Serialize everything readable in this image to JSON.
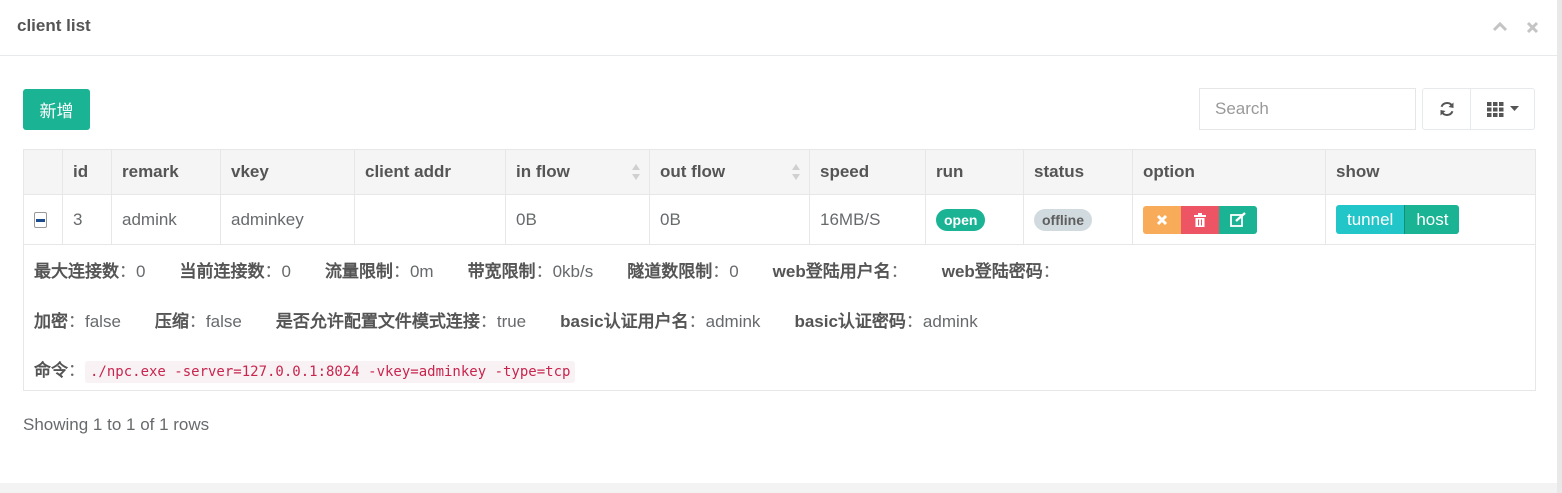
{
  "panel": {
    "title": "client list",
    "tools": [
      {
        "name": "collapse-icon"
      },
      {
        "name": "close-icon"
      }
    ]
  },
  "toolbar": {
    "add_label": "新增",
    "search_placeholder": "Search",
    "refresh_icon": "refresh-icon",
    "columns_icon": "columns-grid-icon"
  },
  "table": {
    "headers": {
      "id": "id",
      "remark": "remark",
      "vkey": "vkey",
      "client_addr": "client addr",
      "in_flow": "in flow",
      "out_flow": "out flow",
      "speed": "speed",
      "run": "run",
      "status": "status",
      "option": "option",
      "show": "show"
    },
    "rows": [
      {
        "id": "3",
        "remark": "admink",
        "vkey": "adminkey",
        "client_addr": "",
        "in_flow": "0B",
        "out_flow": "0B",
        "speed": "16MB/S",
        "run": "open",
        "status": "offline",
        "show_tunnel": "tunnel",
        "show_host": "host"
      }
    ]
  },
  "detail": {
    "max_conn_label": "最大连接数",
    "max_conn_value": "0",
    "cur_conn_label": "当前连接数",
    "cur_conn_value": "0",
    "flow_limit_label": "流量限制",
    "flow_limit_value": "0m",
    "rate_limit_label": "带宽限制",
    "rate_limit_value": "0kb/s",
    "tunnel_limit_label": "隧道数限制",
    "tunnel_limit_value": "0",
    "web_user_label": "web登陆用户名",
    "web_user_value": "",
    "web_pass_label": "web登陆密码",
    "web_pass_value": "",
    "crypt_label": "加密",
    "crypt_value": "false",
    "compress_label": "压缩",
    "compress_value": "false",
    "config_conn_label": "是否允许配置文件模式连接",
    "config_conn_value": "true",
    "basic_user_label": "basic认证用户名",
    "basic_user_value": "admink",
    "basic_pass_label": "basic认证密码",
    "basic_pass_value": "admink",
    "command_label": "命令",
    "command_value": "./npc.exe -server=127.0.0.1:8024 -vkey=adminkey -type=tcp"
  },
  "pagination": {
    "info": "Showing 1 to 1 of 1 rows"
  },
  "colors": {
    "primary": "#1ab394",
    "warning": "#f8ac59",
    "danger": "#ed5565",
    "info": "#23c6c8",
    "offline_badge": "#d1dade"
  }
}
